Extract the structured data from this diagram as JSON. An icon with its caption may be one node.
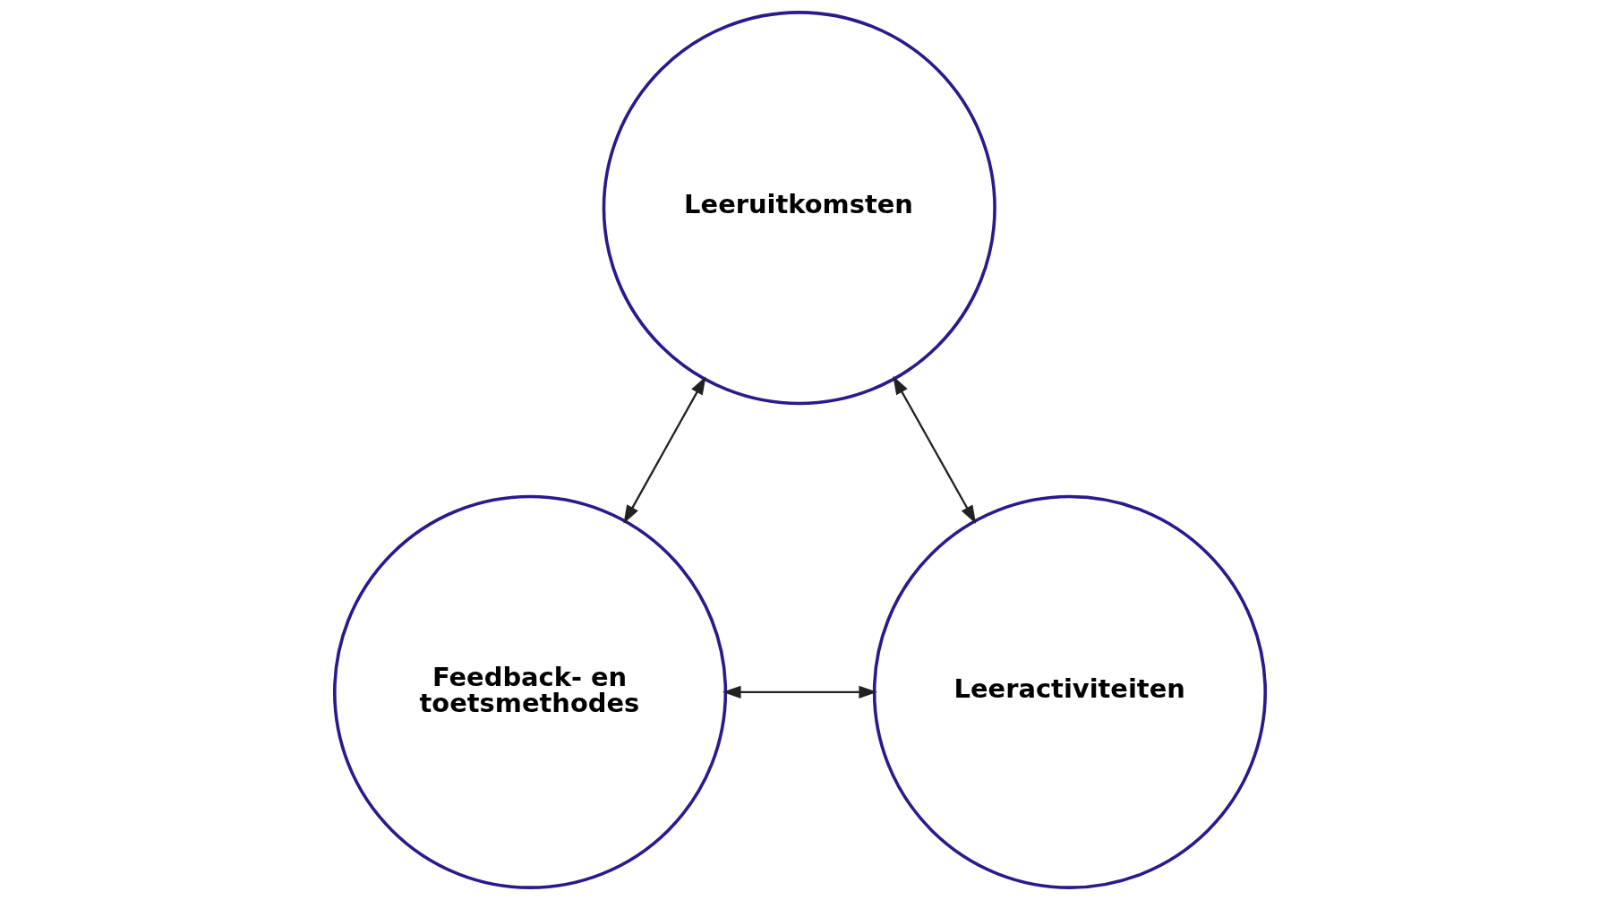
{
  "diagram": {
    "nodes": [
      {
        "text": [
          "Leeruitkomsten"
        ]
      },
      {
        "text": [
          "Leeractiviteiten"
        ]
      },
      {
        "text": [
          "Feedback- en toetsmethodes"
        ]
      }
    ],
    "edges": [
      {
        "from": 0,
        "to": 1,
        "arrow": "both"
      },
      {
        "from": 1,
        "to": 2,
        "arrow": "both"
      },
      {
        "from": 2,
        "to": 0,
        "arrow": "both"
      }
    ]
  }
}
